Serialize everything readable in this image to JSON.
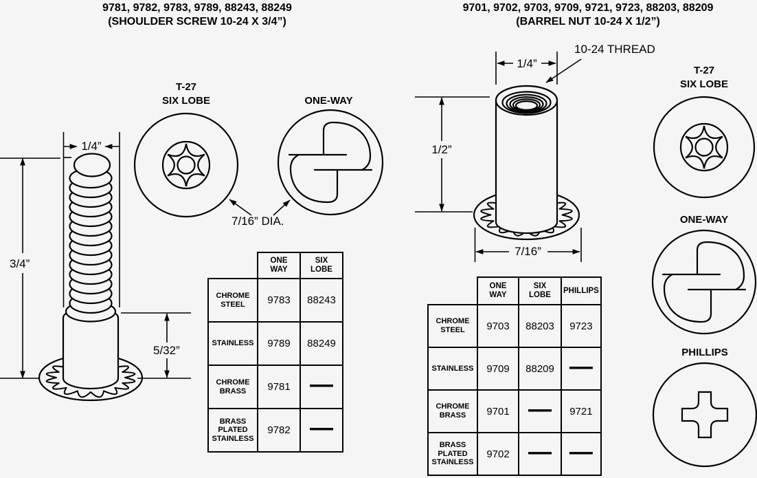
{
  "colors": {
    "background": "#f5f5f5",
    "line": "#000000"
  },
  "left": {
    "title1": "9781, 9782, 9783, 9789, 88243, 88249",
    "title2": "(SHOULDER SCREW 10-24 X 3/4”)",
    "dims": {
      "thread_dia": "1/4”",
      "overall_len": "3/4”",
      "shoulder_len": "5/32”",
      "head_dia": "7/16” DIA."
    },
    "drives": {
      "six_lobe_1": "T-27",
      "six_lobe_2": "SIX LOBE",
      "one_way": "ONE-WAY"
    },
    "table": {
      "col_headers": [
        "ONE WAY",
        "SIX LOBE"
      ],
      "rows": [
        {
          "label": "CHROME STEEL",
          "values": [
            "9783",
            "88243"
          ]
        },
        {
          "label": "STAINLESS",
          "values": [
            "9789",
            "88249"
          ]
        },
        {
          "label": "CHROME BRASS",
          "values": [
            "9781",
            "—"
          ]
        },
        {
          "label": "BRASS PLATED STAINLESS",
          "values": [
            "9782",
            "—"
          ]
        }
      ]
    }
  },
  "right": {
    "title1": "9701, 9702, 9703, 9709, 9721, 9723, 88203, 88209",
    "title2": "(BARREL NUT 10-24 X 1/2”)",
    "dims": {
      "thread_dia": "1/4”",
      "thread_callout": "10-24 THREAD",
      "overall_len": "1/2”",
      "flange_dia": "7/16”"
    },
    "drives": {
      "six_lobe_1": "T-27",
      "six_lobe_2": "SIX LOBE",
      "one_way": "ONE-WAY",
      "phillips": "PHILLIPS"
    },
    "table": {
      "col_headers": [
        "ONE WAY",
        "SIX LOBE",
        "PHILLIPS"
      ],
      "rows": [
        {
          "label": "CHROME STEEL",
          "values": [
            "9703",
            "88203",
            "9723"
          ]
        },
        {
          "label": "STAINLESS",
          "values": [
            "9709",
            "88209",
            "—"
          ]
        },
        {
          "label": "CHROME BRASS",
          "values": [
            "9701",
            "—",
            "9721"
          ]
        },
        {
          "label": "BRASS PLATED STAINLESS",
          "values": [
            "9702",
            "—",
            "—"
          ]
        }
      ]
    }
  }
}
